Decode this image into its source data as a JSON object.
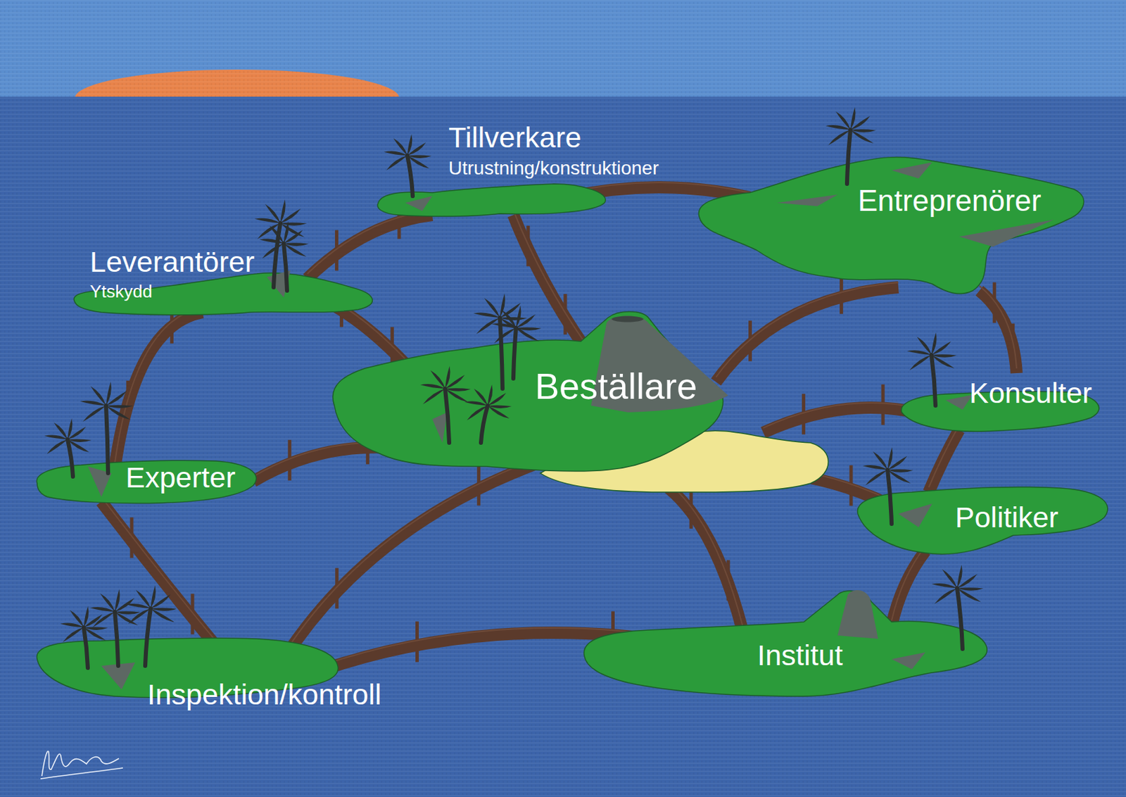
{
  "diagram": {
    "nodes": [
      {
        "text": [
          "Tillverkare",
          "Utrustning/konstruktioner"
        ]
      },
      {
        "text": [
          "Entreprenörer"
        ]
      },
      {
        "text": [
          "Leverantörer",
          "Ytskydd"
        ]
      },
      {
        "text": [
          "Beställare"
        ]
      },
      {
        "text": [
          "Konsulter"
        ]
      },
      {
        "text": [
          "Experter"
        ]
      },
      {
        "text": [
          "Politiker"
        ]
      },
      {
        "text": [
          "Institut"
        ]
      },
      {
        "text": [
          "Inspektion/kontroll"
        ]
      }
    ],
    "edges": [
      {
        "from": 0,
        "to": 1,
        "arrow": "none"
      },
      {
        "from": 0,
        "to": 2,
        "arrow": "none"
      },
      {
        "from": 0,
        "to": 3,
        "arrow": "none"
      },
      {
        "from": 1,
        "to": 3,
        "arrow": "none"
      },
      {
        "from": 1,
        "to": 4,
        "arrow": "none"
      },
      {
        "from": 2,
        "to": 3,
        "arrow": "none"
      },
      {
        "from": 2,
        "to": 5,
        "arrow": "none"
      },
      {
        "from": 3,
        "to": 4,
        "arrow": "none"
      },
      {
        "from": 3,
        "to": 5,
        "arrow": "none"
      },
      {
        "from": 3,
        "to": 6,
        "arrow": "none"
      },
      {
        "from": 3,
        "to": 7,
        "arrow": "none"
      },
      {
        "from": 3,
        "to": 8,
        "arrow": "none"
      },
      {
        "from": 4,
        "to": 6,
        "arrow": "none"
      },
      {
        "from": 6,
        "to": 7,
        "arrow": "none"
      },
      {
        "from": 5,
        "to": 8,
        "arrow": "none"
      },
      {
        "from": 8,
        "to": 7,
        "arrow": "none"
      }
    ]
  }
}
